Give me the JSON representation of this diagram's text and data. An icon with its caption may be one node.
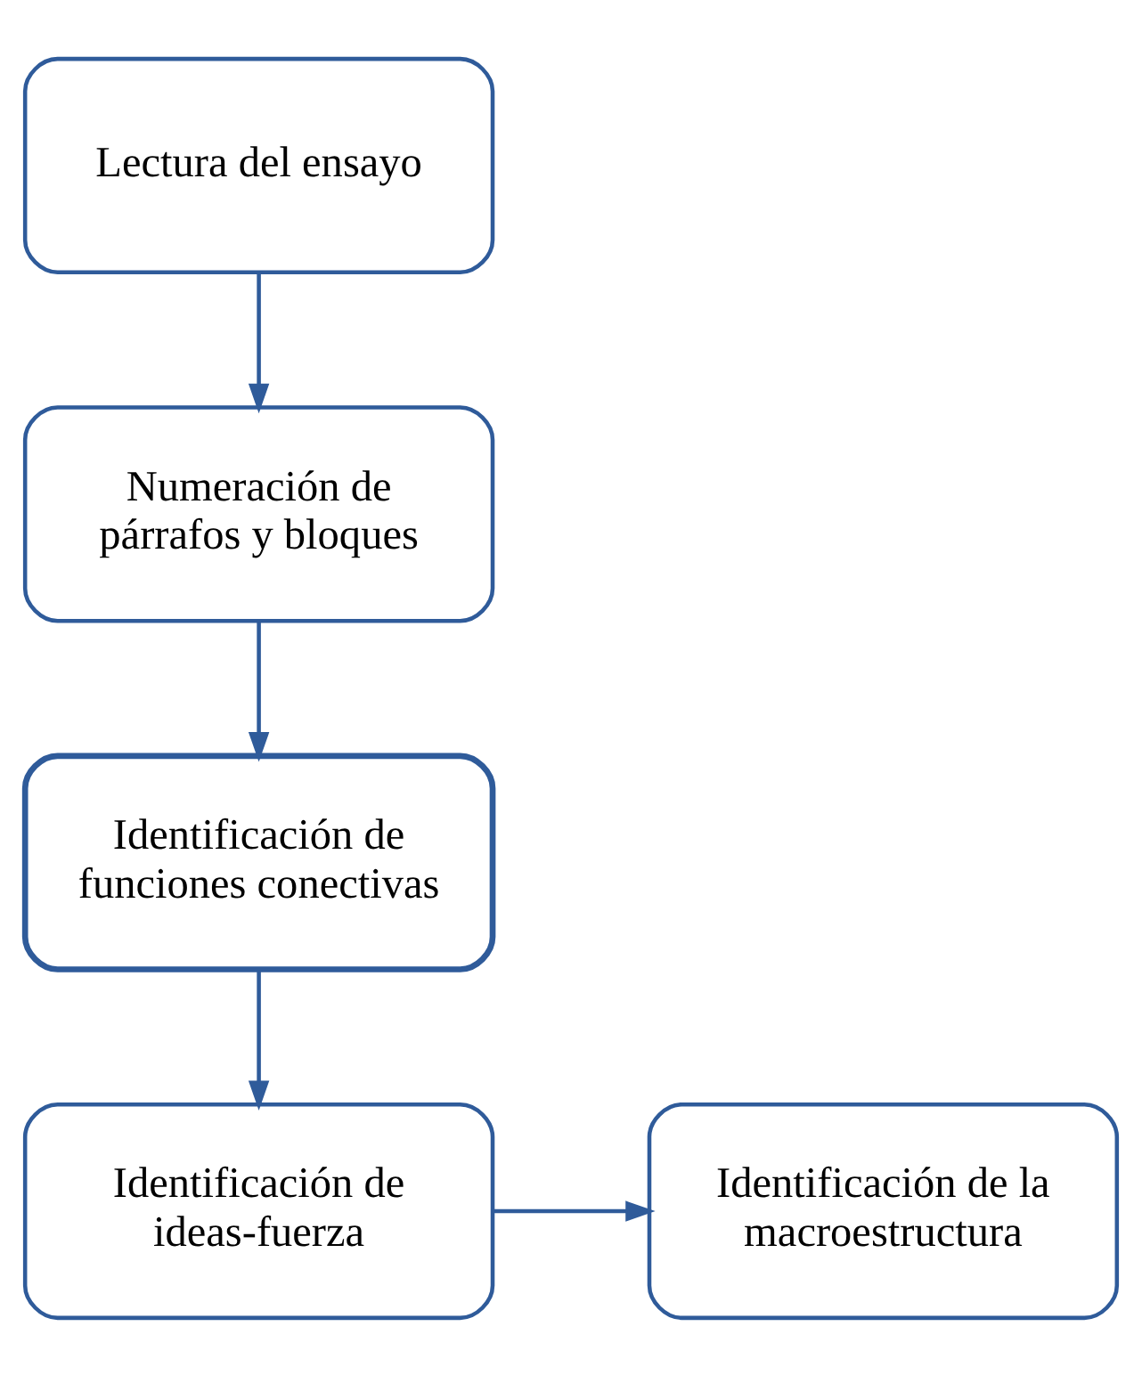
{
  "diagram": {
    "nodes": [
      {
        "text": [
          "Lectura del ensayo"
        ]
      },
      {
        "text": [
          "Numeración de párrafos y bloques"
        ]
      },
      {
        "text": [
          "Identificación de funciones conectivas"
        ]
      },
      {
        "text": [
          "Identificación de ideas-fuerza"
        ]
      },
      {
        "text": [
          "Identificación de la macroestructura"
        ]
      }
    ],
    "edges": [
      {
        "from": 0,
        "to": 1,
        "arrow": "to"
      },
      {
        "from": 1,
        "to": 2,
        "arrow": "to"
      },
      {
        "from": 2,
        "to": 3,
        "arrow": "to"
      },
      {
        "from": 3,
        "to": 4,
        "arrow": "to"
      }
    ]
  }
}
